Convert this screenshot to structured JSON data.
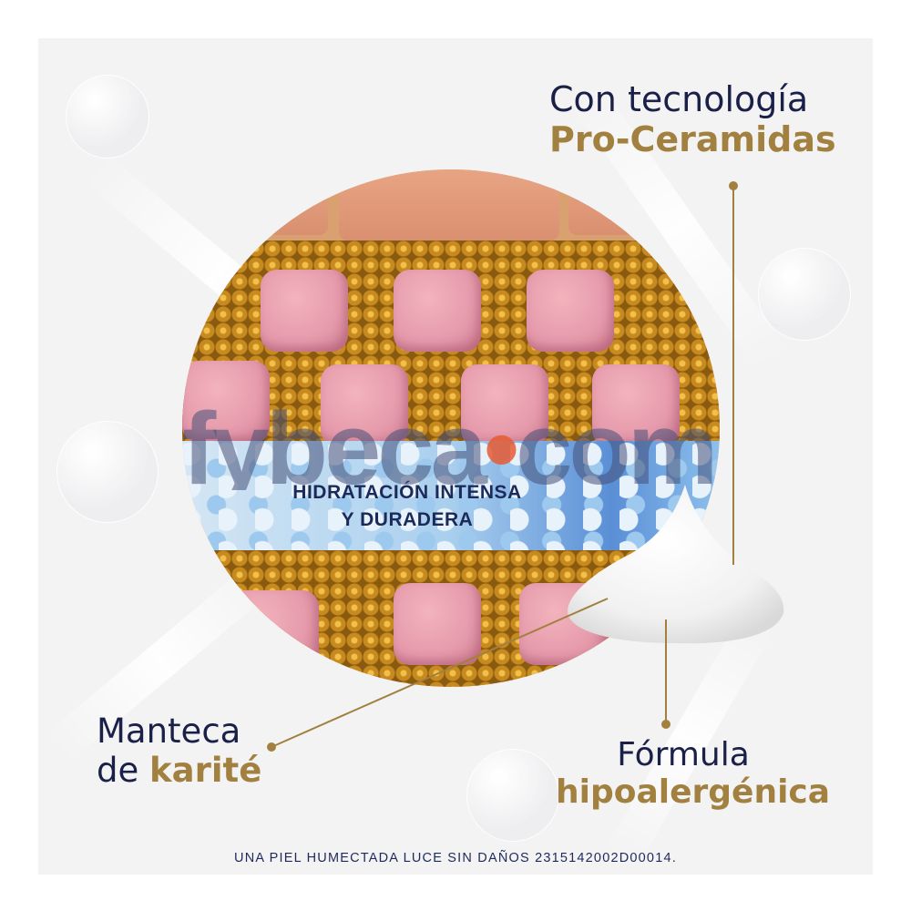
{
  "headline_top_right": {
    "line1": "Con tecnología",
    "line2": "Pro-Ceramidas"
  },
  "illustration": {
    "caption_line1": "HIDRATACIÓN INTENSA",
    "caption_line2": "Y DURADERA"
  },
  "watermark": {
    "part1": "fybeca",
    "dot": "•",
    "part2": "com"
  },
  "label_bottom_left": {
    "line1": "Manteca",
    "line2_prefix": "de ",
    "line2_highlight": "karité"
  },
  "label_bottom_right": {
    "line1": "Fórmula",
    "line2": "hipoalergénica"
  },
  "footer": {
    "disclaimer": "UNA PIEL HUMECTADA LUCE SIN DAÑOS 2315142002D00014."
  },
  "colors": {
    "navy": "#1a2047",
    "gold": "#a2803f",
    "panel_bg": "#f3f3f4",
    "pink_cell": "#e59aab",
    "gold_bead": "#c78a1f",
    "water_blue": "#a9cfee"
  }
}
